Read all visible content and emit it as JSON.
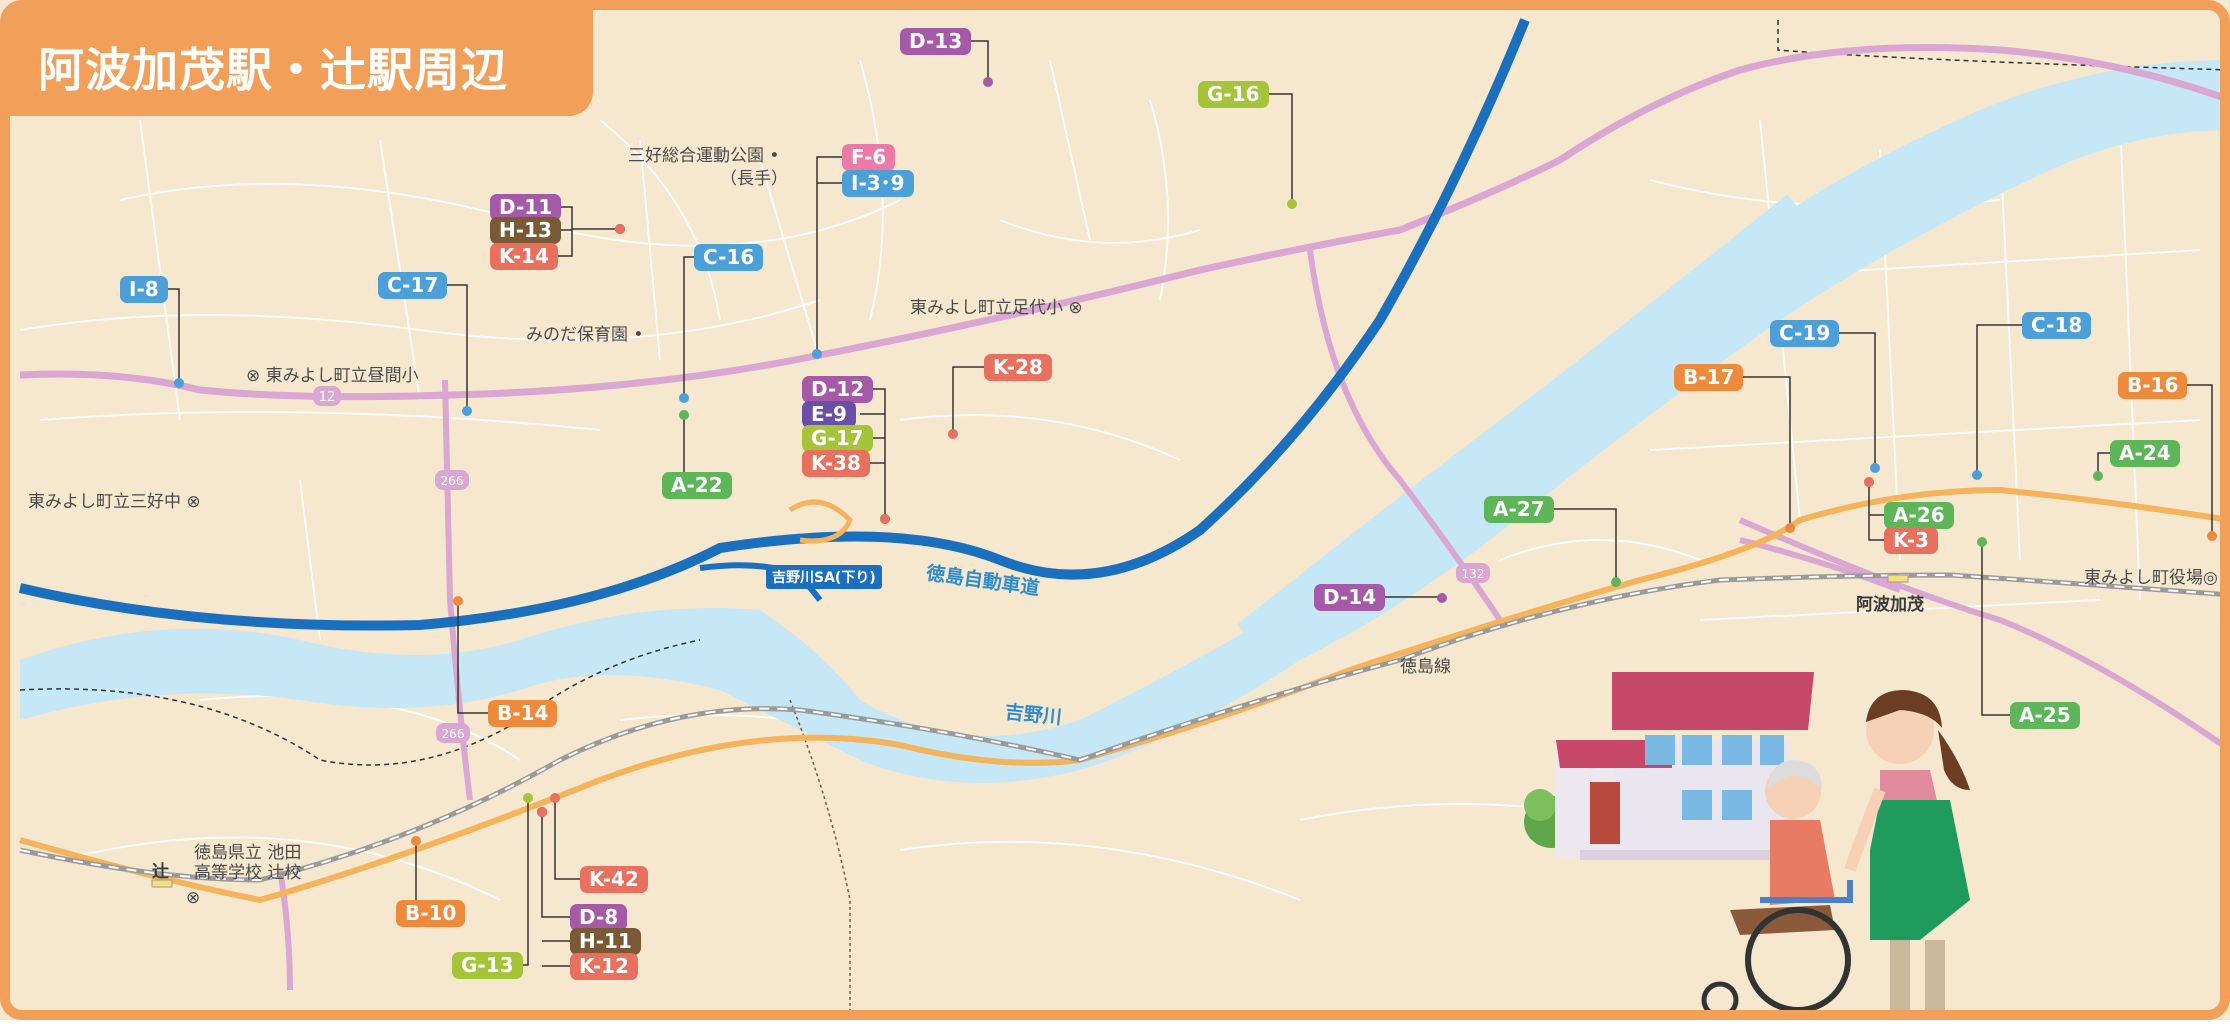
{
  "title": "阿波加茂駅・辻駅周辺",
  "colors": {
    "frame": "#f2a059",
    "land": "#f6e7cf",
    "river": "#c6e7f5",
    "expressway": "#1b6fbf",
    "national_road": "#d9a7d2",
    "railway": "#9a9a9a",
    "route_orange": "#f5b35c",
    "A": "#5fb55a",
    "B": "#ee8a3c",
    "C": "#4d9fd8",
    "D": "#a45aa6",
    "E": "#6a4fa9",
    "F": "#ec7aa6",
    "G": "#a5c43a",
    "H": "#7a5a35",
    "I": "#4d9fd8",
    "K": "#e8705e"
  },
  "places": {
    "miyoshi_park": "三好総合運動公園",
    "miyoshi_park_sub": "（長手）",
    "ashiro_elem": "東みよし町立足代小",
    "hiruma_elem": "東みよし町立昼間小",
    "mida_nursery": "みのだ保育園",
    "miyoshi_jh": "東みよし町立三好中",
    "town_office": "東みよし町役場",
    "awakamo_station": "阿波加茂",
    "tokushima_line": "徳島線",
    "expressway": "徳島自動車道",
    "river": "吉野川",
    "sa": "吉野川SA(下り)",
    "tsuji_station": "辻",
    "ikeda_hs_line1": "徳島県立 池田",
    "ikeda_hs_line2": "高等学校 辻校"
  },
  "route_numbers": {
    "r12": "12",
    "r266a": "266",
    "r266b": "266",
    "r132": "132"
  },
  "markers": [
    {
      "code": "D-13",
      "group": "D"
    },
    {
      "code": "G-16",
      "group": "G"
    },
    {
      "code": "F-6",
      "group": "F"
    },
    {
      "code": "I-3･9",
      "group": "I"
    },
    {
      "code": "D-11",
      "group": "D"
    },
    {
      "code": "H-13",
      "group": "H"
    },
    {
      "code": "K-14",
      "group": "K"
    },
    {
      "code": "C-16",
      "group": "C"
    },
    {
      "code": "C-17",
      "group": "C"
    },
    {
      "code": "I-8",
      "group": "I"
    },
    {
      "code": "D-12",
      "group": "D"
    },
    {
      "code": "E-9",
      "group": "E"
    },
    {
      "code": "G-17",
      "group": "G"
    },
    {
      "code": "K-38",
      "group": "K"
    },
    {
      "code": "K-28",
      "group": "K"
    },
    {
      "code": "A-22",
      "group": "A"
    },
    {
      "code": "B-14",
      "group": "B"
    },
    {
      "code": "D-14",
      "group": "D"
    },
    {
      "code": "A-27",
      "group": "A"
    },
    {
      "code": "B-17",
      "group": "B"
    },
    {
      "code": "C-19",
      "group": "C"
    },
    {
      "code": "C-18",
      "group": "C"
    },
    {
      "code": "B-16",
      "group": "B"
    },
    {
      "code": "A-24",
      "group": "A"
    },
    {
      "code": "A-26",
      "group": "A"
    },
    {
      "code": "K-3",
      "group": "K"
    },
    {
      "code": "A-25",
      "group": "A"
    },
    {
      "code": "K-42",
      "group": "K"
    },
    {
      "code": "D-8",
      "group": "D"
    },
    {
      "code": "H-11",
      "group": "H"
    },
    {
      "code": "K-12",
      "group": "K"
    },
    {
      "code": "G-13",
      "group": "G"
    },
    {
      "code": "B-10",
      "group": "B"
    }
  ]
}
